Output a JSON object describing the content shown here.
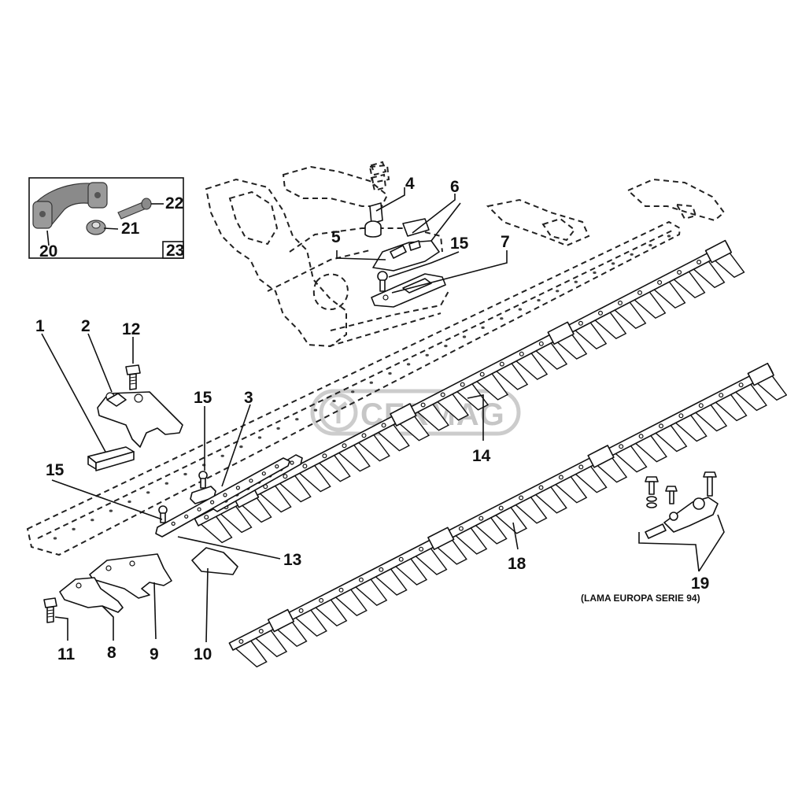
{
  "callouts": {
    "n1": "1",
    "n2": "2",
    "n3": "3",
    "n4": "4",
    "n5": "5",
    "n6": "6",
    "n7": "7",
    "n8": "8",
    "n9": "9",
    "n10": "10",
    "n11": "11",
    "n12": "12",
    "n13": "13",
    "n14": "14",
    "n15a": "15",
    "n15b": "15",
    "n15c": "15",
    "n18": "18",
    "n19": "19",
    "n20": "20",
    "n21": "21",
    "n22": "22",
    "n23": "23"
  },
  "note_19": "(LAMA EUROPA SERIE 94)",
  "watermark": "CERMAG",
  "colors": {
    "line": "#111111",
    "watermark": "#bdbdbd",
    "inset_part": "#8a8a8a"
  }
}
